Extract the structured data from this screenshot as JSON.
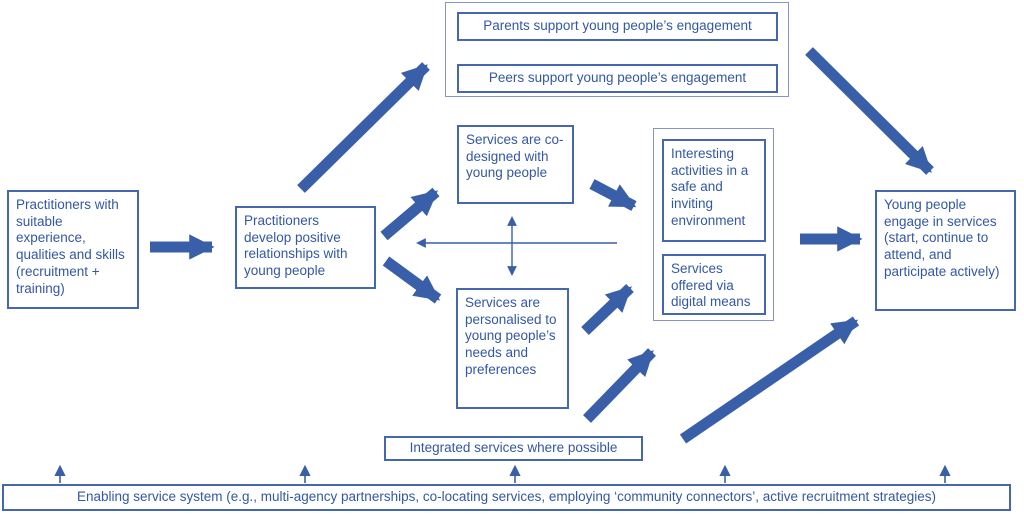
{
  "colors": {
    "accent": "#3A5FA9",
    "box_border": "#4467AF",
    "group_border": "#8496C9",
    "text": "#3357A7",
    "background": "#FFFFFF"
  },
  "diagram": {
    "boxes": {
      "practitioners_skills": "Practitioners with suitable experience, qualities and skills (recruitment + training)",
      "practitioners_relationships": "Practitioners develop positive relationships with young people",
      "parents_support": "Parents support young people’s engagement",
      "peers_support": "Peers support young people’s engagement",
      "co_designed": "Services are co-designed with young people",
      "personalised": "Services are personalised to young people’s needs and preferences",
      "interesting_activities": "Interesting activities in a safe and inviting environment",
      "digital_means": "Services offered via digital means",
      "young_people_engage": "Young people engage in services (start, continue to attend, and participate actively)",
      "integrated_services": "Integrated services where possible",
      "enabling_system": "Enabling service system (e.g., multi-agency partnerships, co-locating services, employing ‘community connectors’, active recruitment strategies)"
    }
  }
}
